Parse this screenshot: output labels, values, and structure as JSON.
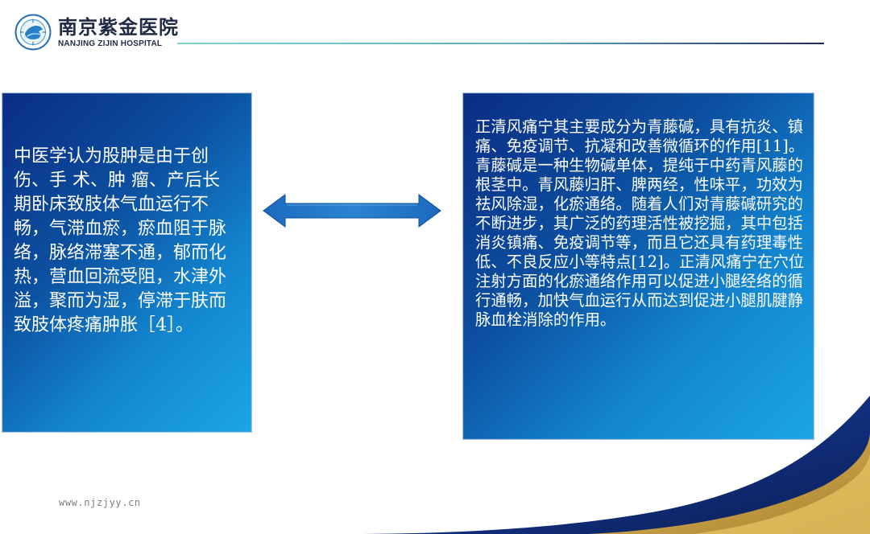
{
  "header": {
    "brand_cn": "南京紫金医院",
    "brand_en": "NANJING ZIJIN HOSPITAL"
  },
  "panels": {
    "left": "中医学认为股肿是由于创伤、手 术、肿 瘤、产后长期卧床致肢体气血运行不畅，气滞血瘀，瘀血阻于脉络，脉络滞塞不通，郁而化热，营血回流受阻，水津外溢，聚而为湿，停滞于肤而致肢体疼痛肿胀［4］。",
    "right": "正清风痛宁其主要成分为青藤碱，具有抗炎、镇痛、免疫调节、抗凝和改善微循环的作用[11]。青藤碱是一种生物碱单体，提纯于中药青风藤的根茎中。青风藤归肝、脾两经，性味平，功效为祛风除湿，化瘀通络。随着人们对青藤碱研究的不断进步，其广泛的药理活性被挖掘，其中包括消炎镇痛、免疫调节等，而且它还具有药理毒性低、不良反应小等特点[12]。正清风痛宁在穴位注射方面的化瘀通络作用可以促进小腿经络的循行通畅，加快气血运行从而达到促进小腿肌腱静脉血栓消除的作用。"
  },
  "footer": {
    "url": "www.njzjyy.cn"
  },
  "icons": {
    "logo": "hospital-logo-icon",
    "arrow": "double-arrow-icon"
  },
  "colors": {
    "panel_dark": "#0a2d84",
    "panel_light": "#1ba6e6",
    "arrow": "#165db1",
    "accent_gold": "#d8b24e",
    "header_line": "#7fd0d4",
    "text_dark": "#1f2a44"
  }
}
